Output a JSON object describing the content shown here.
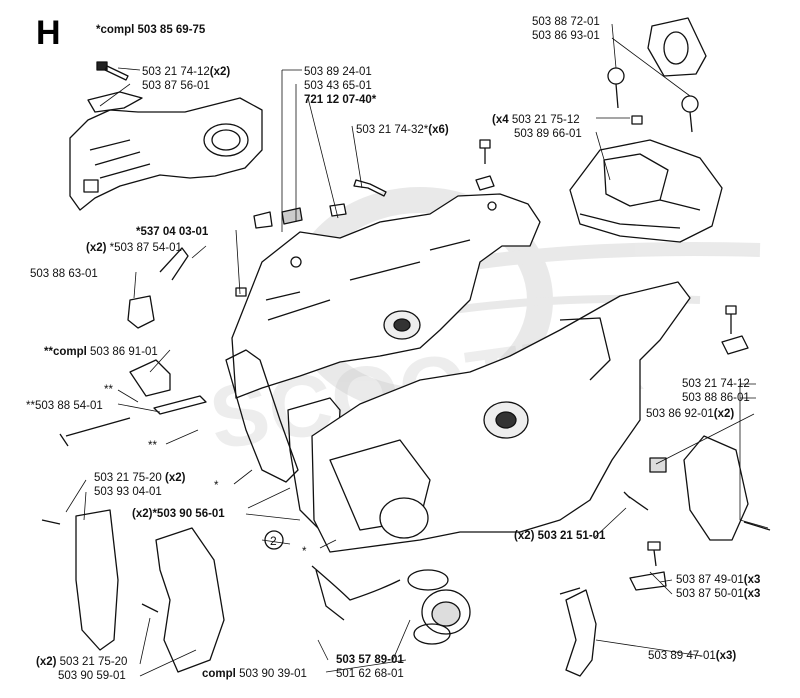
{
  "section_letter": "H",
  "assembly_ref": "*compl 503 85 69-75",
  "watermark_text": "SCOOTER",
  "callout_circle": "2",
  "labels": {
    "l1": "503 21 74-12",
    "l1b": "(x2)",
    "l2": "503 87 56-01",
    "l3": "503 89 24-01",
    "l4": "503 43 65-01",
    "l5": "721 12 07-40*",
    "l6": "503 21 74-32*",
    "l6b": "(x6)",
    "l7": "503 88 72-01",
    "l8": "503 86 93-01",
    "l9a": "(x4",
    "l9": "503 21 75-12",
    "l10": "503 89 66-01",
    "l11": "*537 04 03-01",
    "l12a": "(x2)",
    "l12": "*503 87 54-01",
    "l13": "503 88 63-01",
    "l14a": "**compl",
    "l14": "503 86 91-01",
    "l15": "**",
    "l16": "**503 88 54-01",
    "l17": "**",
    "l18": "503 21 75-20",
    "l18b": "(x2)",
    "l19": "503 93 04-01",
    "l20": "(x2)*503 90 56-01",
    "l21": "*",
    "l22": "*",
    "l23": "503 21 74-12",
    "l24": "503 88 86-01",
    "l25": "503 86 92-01",
    "l25b": "(x2)",
    "l26": "(x2)",
    "l26b": "503 21 51-01",
    "l27": "503 87 49-01",
    "l27b": "(x3",
    "l28": "503 87 50-01",
    "l28b": "(x3",
    "l29": "503 89 47-01",
    "l29b": "(x3)",
    "l30a": "(x2)",
    "l30": "503 21 75-20",
    "l31": "503 90 59-01",
    "l32a": "compl",
    "l32": "503 90 39-01",
    "l33": "503 57 89-01",
    "l34": "501 62 68-01"
  }
}
